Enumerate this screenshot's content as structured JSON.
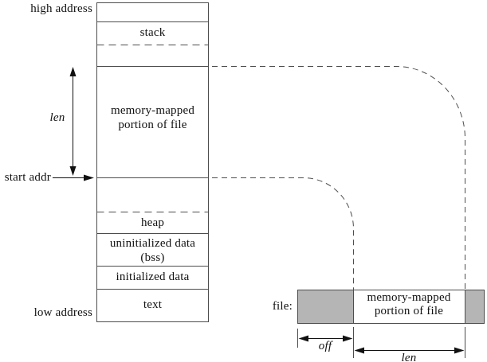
{
  "memory": {
    "high_address_label": "high address",
    "low_address_label": "low address",
    "start_addr_label": "start addr",
    "len_label": "len",
    "segments": {
      "stack": "stack",
      "mapped_line1": "memory-mapped",
      "mapped_line2": "portion of file",
      "heap": "heap",
      "bss_line1": "uninitialized data",
      "bss_line2": "(bss)",
      "initialized_data": "initialized data",
      "text": "text"
    }
  },
  "file": {
    "file_label": "file:",
    "mapped_line1": "memory-mapped",
    "mapped_line2": "portion of file",
    "off_label": "off",
    "len_label": "len"
  },
  "colors": {
    "line": "#4d4d4d",
    "text": "#111111",
    "gray_fill": "#b5b5b5"
  }
}
